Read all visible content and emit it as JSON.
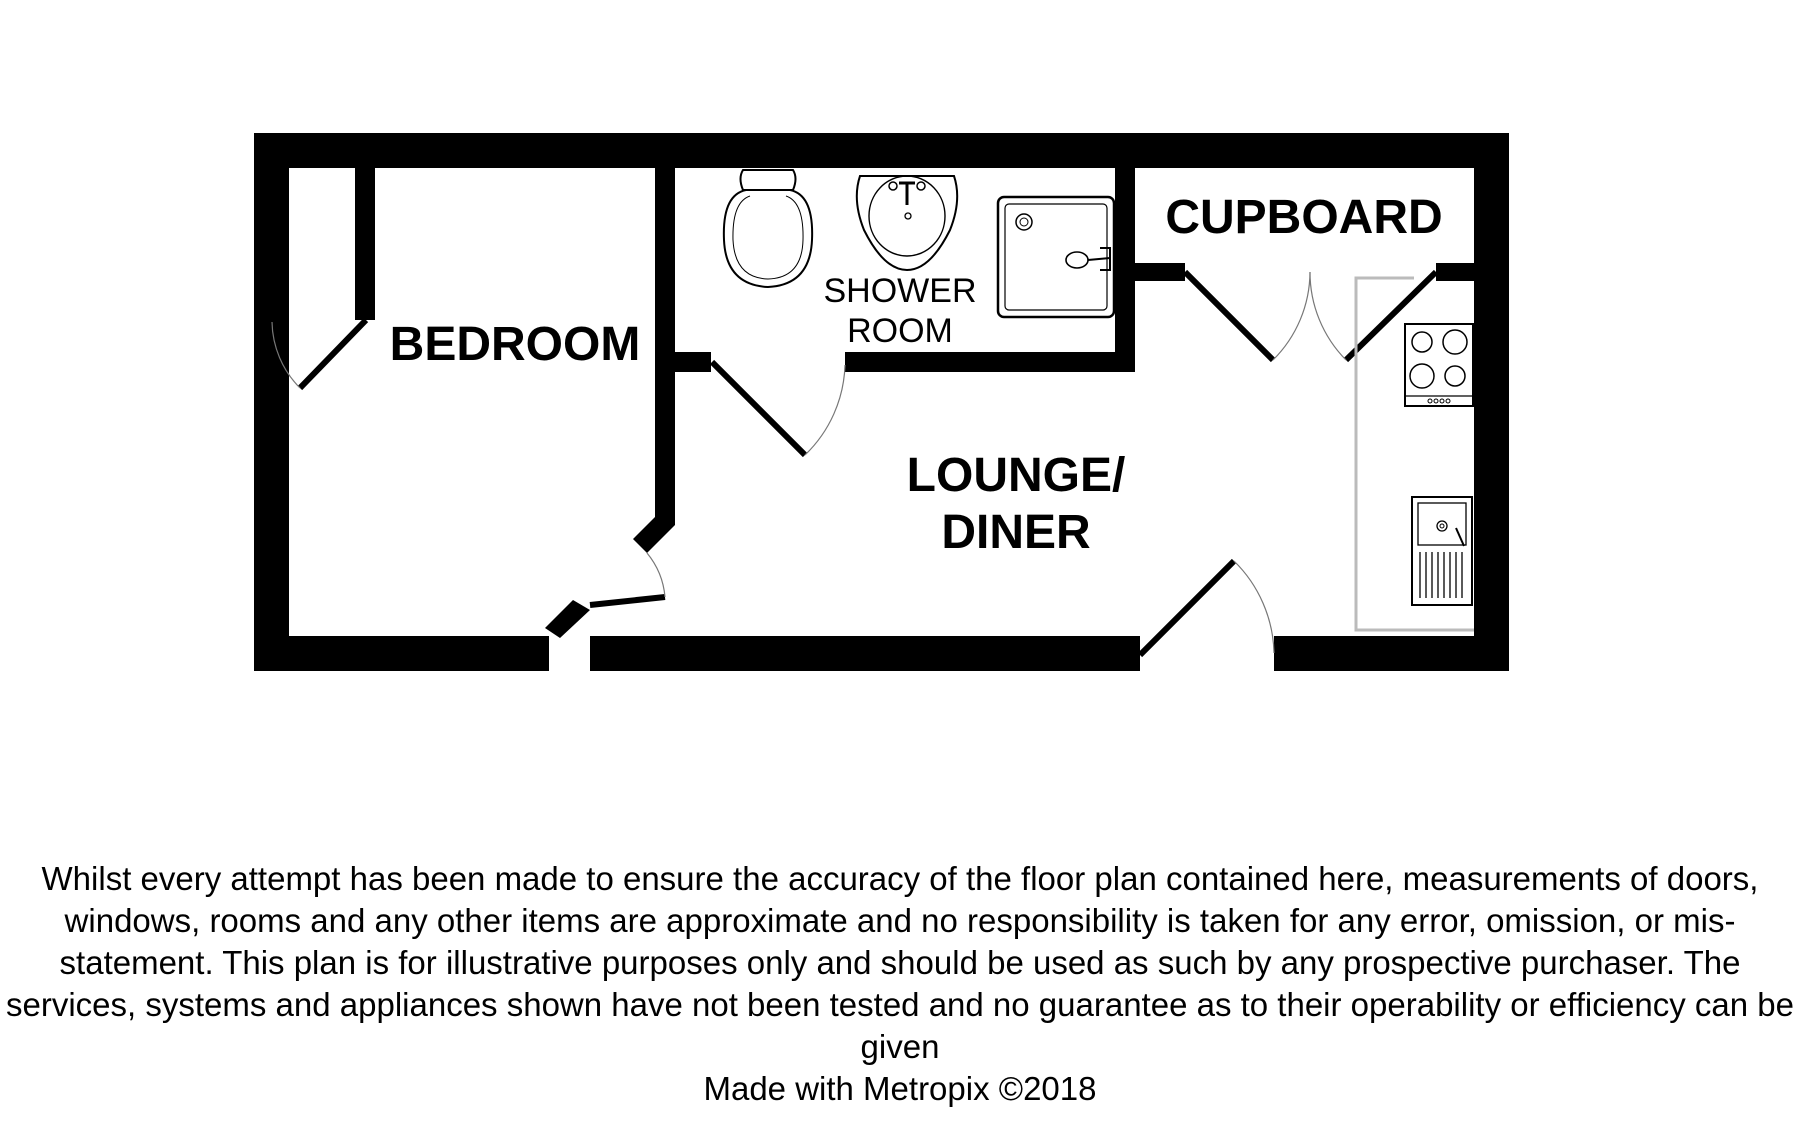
{
  "rooms": {
    "bedroom": "BEDROOM",
    "shower_line1": "SHOWER",
    "shower_line2": "ROOM",
    "cupboard": "CUPBOARD",
    "lounge_line1": "LOUNGE/",
    "lounge_line2": "DINER"
  },
  "disclaimer": {
    "body": "Whilst every attempt has been made to ensure the accuracy of the floor plan contained here, measurements of doors, windows, rooms and any other items are approximate and no responsibility is taken for any error, omission, or mis-statement. This plan is for illustrative purposes only and should be used as such by any prospective purchaser. The services, systems and appliances shown have not been tested and no guarantee as to their operability or efficiency can be given",
    "credit": "Made with Metropix ©2018"
  },
  "colors": {
    "wall": "#000000",
    "fixture_outline": "#000000",
    "worktop_outline": "#bbbbbb",
    "background": "#ffffff"
  },
  "icons": [
    "toilet-icon",
    "wash-basin-icon",
    "shower-tray-icon",
    "hob-icon",
    "kitchen-sink-icon"
  ]
}
